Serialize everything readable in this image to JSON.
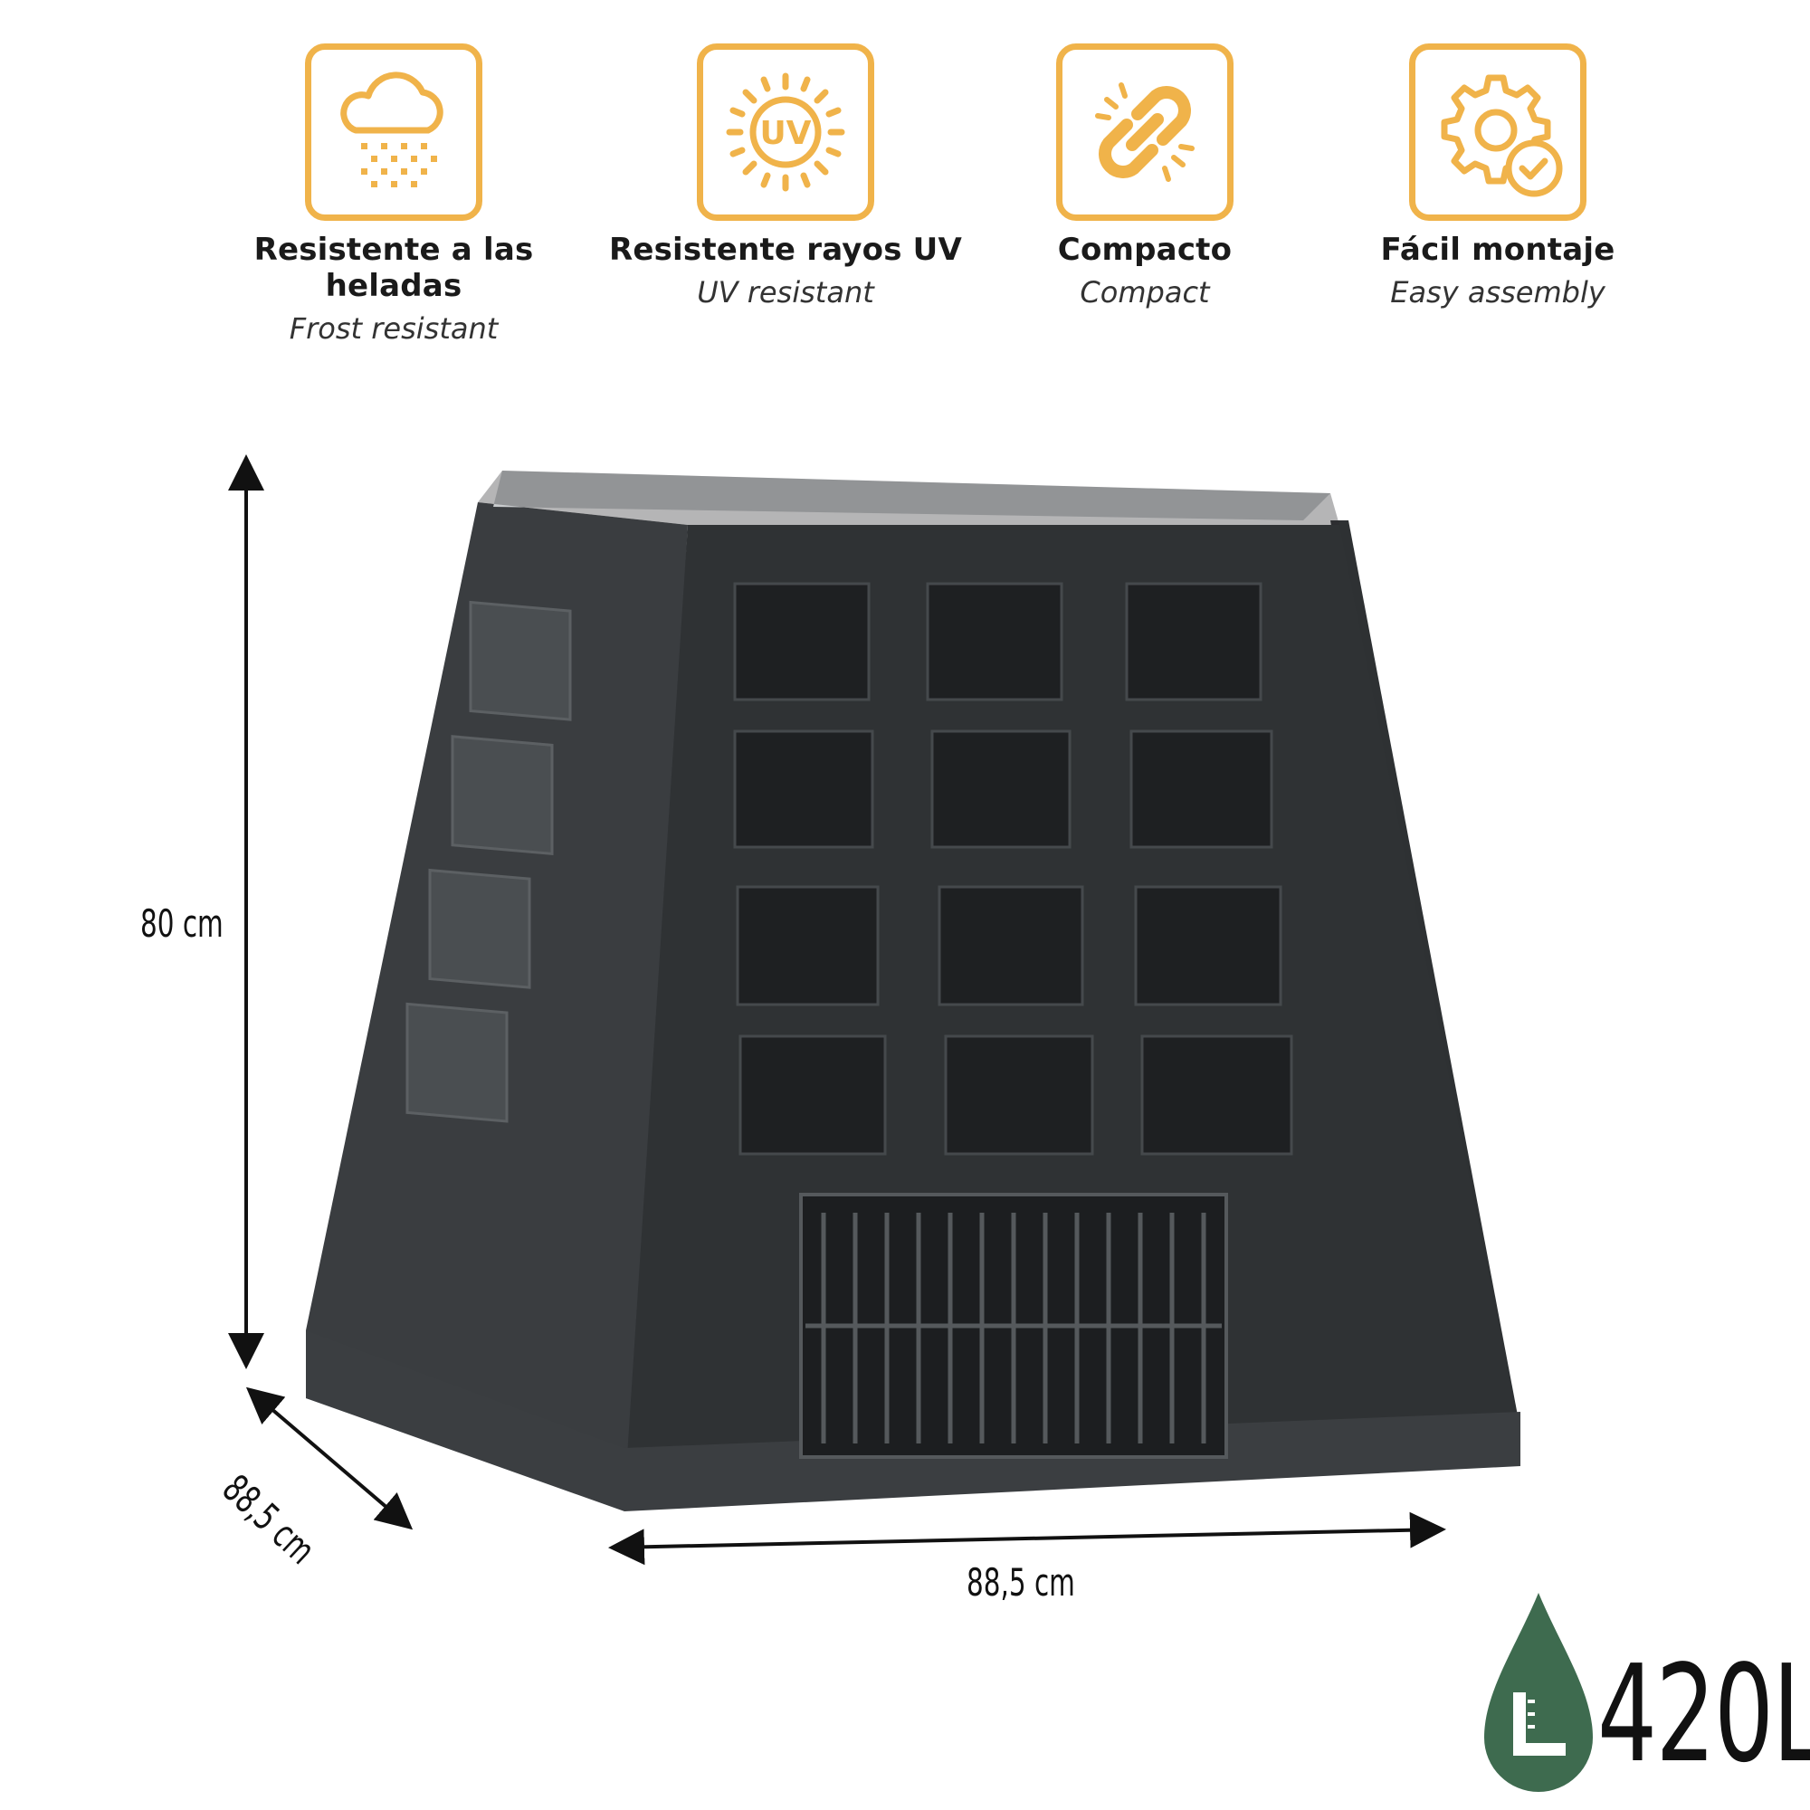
{
  "features": [
    {
      "icon": "frost-cloud-icon",
      "title": "Resistente a las heladas",
      "subtitle": "Frost resistant"
    },
    {
      "icon": "uv-sun-icon",
      "title": "Resistente rayos UV",
      "subtitle": "UV resistant"
    },
    {
      "icon": "chain-link-icon",
      "title": "Compacto",
      "subtitle": "Compact"
    },
    {
      "icon": "gear-check-icon",
      "title": "Fácil montaje",
      "subtitle": "Easy assembly"
    }
  ],
  "icon_box_color": "#f0b34a",
  "dimensions": {
    "height": "80 cm",
    "width": "88,5 cm",
    "depth": "88,5 cm"
  },
  "capacity": {
    "value": "420L",
    "badge_color": "#3e6b4f",
    "icon": "liter-drop-icon"
  },
  "product": {
    "icon": "compost-bin-image"
  }
}
